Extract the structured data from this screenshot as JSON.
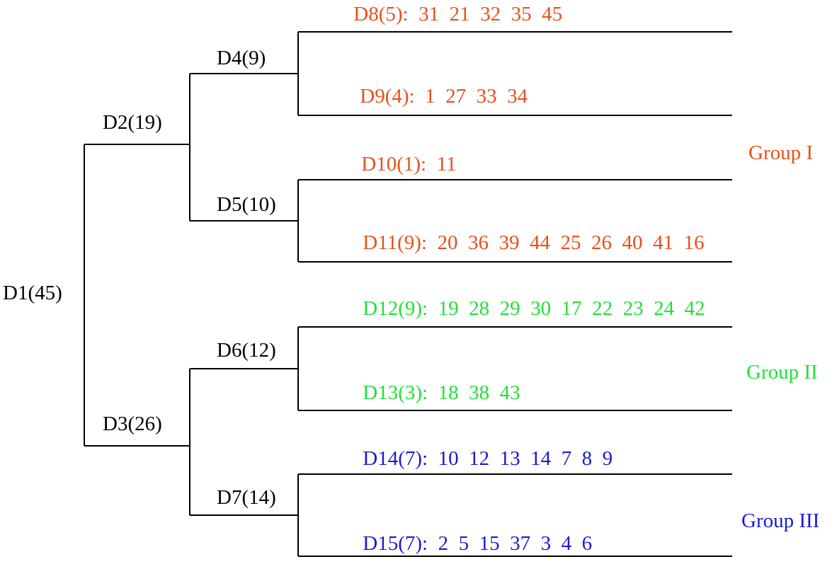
{
  "colors": {
    "line": "#000000",
    "internal_text": "#000000",
    "group1": "#e8501c",
    "group2": "#22e03a",
    "group3": "#1a1ad6"
  },
  "internal_nodes": [
    {
      "id": "D1",
      "label": "D1(45)"
    },
    {
      "id": "D2",
      "label": "D2(19)"
    },
    {
      "id": "D3",
      "label": "D3(26)"
    },
    {
      "id": "D4",
      "label": "D4(9)"
    },
    {
      "id": "D5",
      "label": "D5(10)"
    },
    {
      "id": "D6",
      "label": "D6(12)"
    },
    {
      "id": "D7",
      "label": "D7(14)"
    }
  ],
  "leaves": [
    {
      "id": "D8",
      "label": "D8(5):",
      "members": [
        31,
        21,
        32,
        35,
        45
      ],
      "group": "group1"
    },
    {
      "id": "D9",
      "label": "D9(4):",
      "members": [
        1,
        27,
        33,
        34
      ],
      "group": "group1"
    },
    {
      "id": "D10",
      "label": "D10(1):",
      "members": [
        11
      ],
      "group": "group1"
    },
    {
      "id": "D11",
      "label": "D11(9):",
      "members": [
        20,
        36,
        39,
        44,
        25,
        26,
        40,
        41,
        16
      ],
      "group": "group1"
    },
    {
      "id": "D12",
      "label": "D12(9):",
      "members": [
        19,
        28,
        29,
        30,
        17,
        22,
        23,
        24,
        42
      ],
      "group": "group2"
    },
    {
      "id": "D13",
      "label": "D13(3):",
      "members": [
        18,
        38,
        43
      ],
      "group": "group2"
    },
    {
      "id": "D14",
      "label": "D14(7):",
      "members": [
        10,
        12,
        13,
        14,
        7,
        8,
        9
      ],
      "group": "group3"
    },
    {
      "id": "D15",
      "label": "D15(7):",
      "members": [
        2,
        5,
        15,
        37,
        3,
        4,
        6
      ],
      "group": "group3"
    }
  ],
  "groups": [
    {
      "id": "group1",
      "label": "Group I"
    },
    {
      "id": "group2",
      "label": "Group II"
    },
    {
      "id": "group3",
      "label": "Group III"
    }
  ]
}
